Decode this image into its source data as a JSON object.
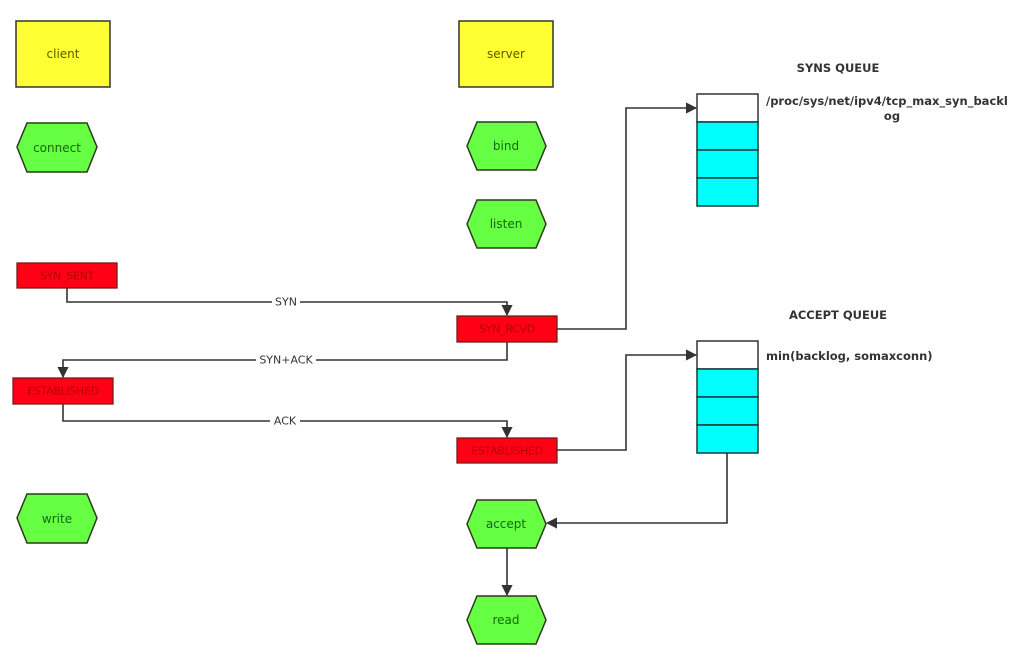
{
  "diagram": {
    "client": {
      "title": "client",
      "steps": [
        "connect",
        "write"
      ],
      "states": [
        "SYN_SENT",
        "ESTABLISHED"
      ]
    },
    "server": {
      "title": "server",
      "steps": [
        "bind",
        "listen",
        "accept",
        "read"
      ],
      "states": [
        "SYN_RCVD",
        "ESTABLISHED"
      ]
    },
    "messages": [
      "SYN",
      "SYN+ACK",
      "ACK"
    ],
    "syns_queue": {
      "title": "SYNS QUEUE",
      "note_line1": "/proc/sys/net/ipv4/tcp_max_syn_backl",
      "note_line2": "og"
    },
    "accept_queue": {
      "title": "ACCEPT QUEUE",
      "note": "min(backlog, somaxconn)"
    },
    "colors": {
      "process_box": "#ffff33",
      "step_hexagon": "#66ff44",
      "state_box": "#ff0015",
      "queue_filled": "#00ffff",
      "queue_empty": "#ffffff",
      "line": "#333333"
    }
  }
}
